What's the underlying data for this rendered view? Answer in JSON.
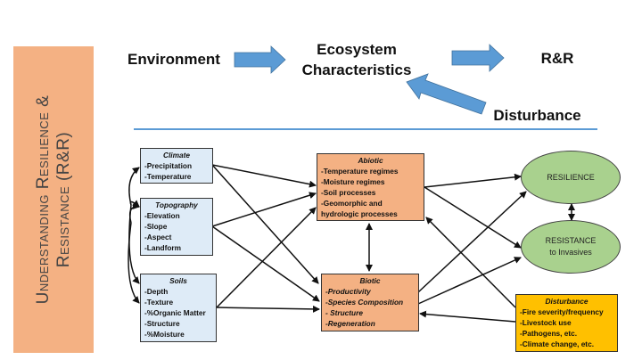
{
  "sidebar": {
    "line1": "Understanding Resilience &",
    "line2": "Resistance (R&R)"
  },
  "top_flow": {
    "environment": "Environment",
    "ecosystem_line1": "Ecosystem",
    "ecosystem_line2": "Characteristics",
    "rr": "R&R",
    "disturbance": "Disturbance"
  },
  "boxes": {
    "climate": {
      "title": "Climate",
      "items": [
        "-Precipitation",
        "-Temperature"
      ]
    },
    "topography": {
      "title": "Topography",
      "items": [
        "-Elevation",
        "-Slope",
        "-Aspect",
        "-Landform"
      ]
    },
    "soils": {
      "title": "Soils",
      "items": [
        "-Depth",
        "-Texture",
        "-%Organic Matter",
        "-Structure",
        "-%Moisture"
      ]
    },
    "abiotic": {
      "title": "Abiotic",
      "items": [
        "-Temperature regimes",
        "-Moisture regimes",
        "-Soil processes",
        "-Geomorphic and hydrologic processes"
      ]
    },
    "biotic": {
      "title": "Biotic",
      "items": [
        "-Productivity",
        "-Species Composition",
        "- Structure",
        "-Regeneration"
      ]
    },
    "disturbance": {
      "title": "Disturbance",
      "items": [
        "-Fire severity/frequency",
        "-Livestock use",
        "-Pathogens, etc.",
        "-Climate change,  etc."
      ]
    }
  },
  "outcomes": {
    "resilience": "RESILIENCE",
    "resistance_line1": "RESISTANCE",
    "resistance_line2": "to Invasives"
  },
  "colors": {
    "sidebar": "#F4B183",
    "input_boxes": "#DEEBF7",
    "ecosystem_boxes": "#F4B183",
    "outcomes": "#A9D18E",
    "disturbance": "#FFC000",
    "flow_arrows": "#5B9BD5"
  }
}
